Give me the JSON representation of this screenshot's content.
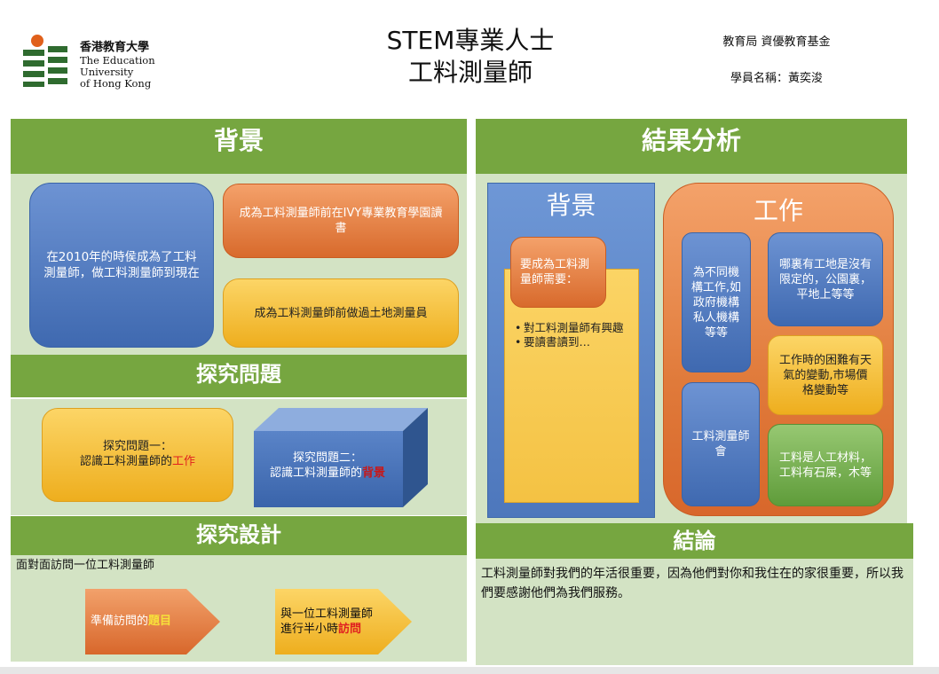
{
  "header": {
    "logo": {
      "name_cn": "香港教育大學",
      "name_en_1": "The Education University",
      "name_en_2": "of Hong Kong"
    },
    "title_line1": "STEM專業人士",
    "title_line2": "工料測量師",
    "org": "教育局 資優教育基金",
    "student": "學員名稱：黃奕浚"
  },
  "background_section": {
    "heading": "背景",
    "box_main": "在2010年的時侯成為了工料測量師，做工料測量師到現在",
    "box_ivy": "成為工料測量師前在IVY專業教育學園讀書",
    "box_land": "成為工料測量師前做過土地測量員"
  },
  "inquiry_section": {
    "heading": "探究問題",
    "q1_line1": "探究問題一：",
    "q1_line2_prefix": "認識工料測量師的",
    "q1_highlight": "工作",
    "q2_line1": "探究問題二：",
    "q2_line2_prefix": "認識工料測量師的",
    "q2_highlight": "背景"
  },
  "design_section": {
    "heading": "探究設計",
    "intro": "面對面訪問一位工料測量師",
    "step1_prefix": "準備訪問的",
    "step1_highlight": "題目",
    "step2_line1": "與一位工料測量師",
    "step2_line2_prefix": "進行半小時",
    "step2_highlight": "訪問"
  },
  "results_section": {
    "heading": "結果分析",
    "bg_title": "背景",
    "bg_label": "要成為工料測量師需要：",
    "bg_bullets": [
      "對工料測量師有興趣",
      "要讀書讀到…"
    ],
    "work_title": "工作",
    "work_items": {
      "clients": "為不同機構工作,如政府機構私人機構等等",
      "sites": "哪裏有工地是沒有限定的，公園裏，平地上等等",
      "difficulty": "工作時的困難有天氣的變動,市場價格變動等",
      "association": "工料測量師會",
      "materials": "工料是人工材料，工料有石屎，木等"
    }
  },
  "conclusion_section": {
    "heading": "結論",
    "text": "工料測量師對我們的年活很重要，因為他們對你和我住在的家很重要，所以我們要感謝他們為我們服務。"
  },
  "colors": {
    "band_green": "#76a640",
    "panel_green": "#d3e3c4",
    "highlight_red": "#e02020",
    "logo_green": "#2f6b2f",
    "logo_orange": "#e0601b"
  }
}
